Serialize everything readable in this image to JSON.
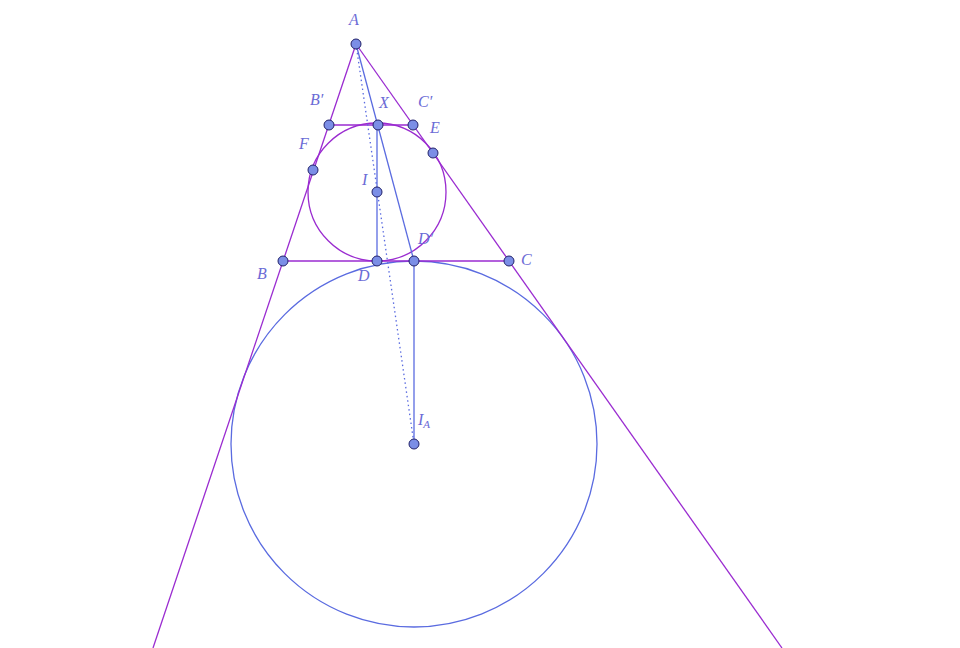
{
  "diagram": {
    "labels": [
      "A",
      "B′",
      "X",
      "C′",
      "E",
      "F",
      "I",
      "D",
      "D′",
      "B",
      "C",
      "IA"
    ]
  }
}
